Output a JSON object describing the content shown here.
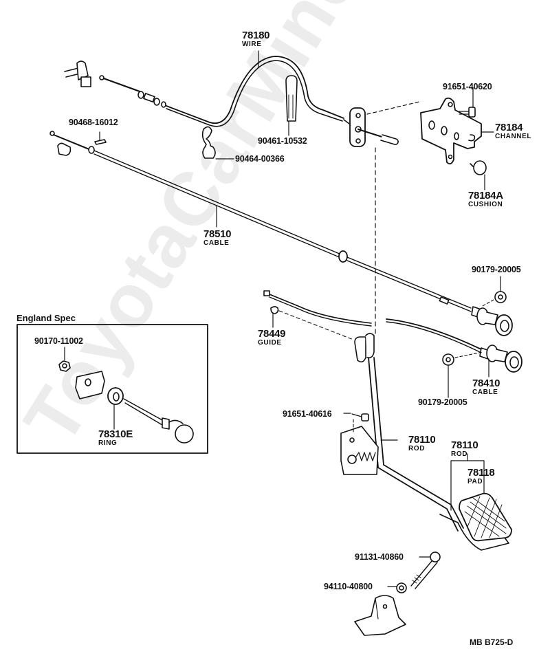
{
  "watermark": "ToyotaCarMine.ru",
  "diagram_ref": "MB  B725-D",
  "inset": {
    "title": "England Spec",
    "parts": [
      {
        "number": "90170-11002",
        "name": ""
      },
      {
        "number": "78310E",
        "name": "RING"
      }
    ]
  },
  "callouts": {
    "wire": {
      "number": "78180",
      "name": "WIRE"
    },
    "channel": {
      "number": "78184",
      "name": "CHANNEL"
    },
    "cushion": {
      "number": "78184A",
      "name": "CUSHION"
    },
    "cable_main": {
      "number": "78510",
      "name": "CABLE"
    },
    "guide": {
      "number": "78449",
      "name": "GUIDE"
    },
    "cable_lower": {
      "number": "78410",
      "name": "CABLE"
    },
    "rod_mid": {
      "number": "78110",
      "name": "ROD"
    },
    "rod_right": {
      "number": "78110",
      "name": "ROD"
    },
    "pad": {
      "number": "78118",
      "name": "PAD"
    }
  },
  "part_numbers": {
    "bolt_channel": "91651-40620",
    "clip_top": "90468-16012",
    "clamp": "90461-10532",
    "clip_wire": "90464-00366",
    "nut_upper": "90179-20005",
    "nut_lower": "90179-20005",
    "bolt_bracket": "91651-40616",
    "bolt_stopper": "91131-40860",
    "nut_stopper": "94110-40800"
  }
}
